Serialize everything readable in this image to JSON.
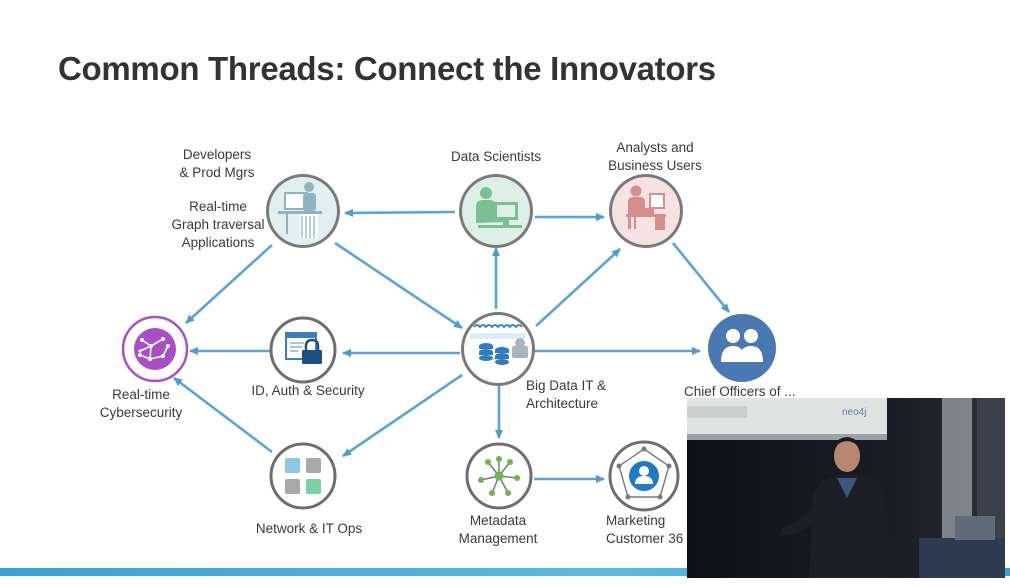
{
  "slide": {
    "title": "Common Threads: Connect the Innovators"
  },
  "labels": {
    "developers": "Developers\n& Prod Mgrs",
    "developers_sub": "Real-time\nGraph traversal\nApplications",
    "data_scientists": "Data Scientists",
    "analysts": "Analysts and\nBusiness Users",
    "cybersecurity": "Real-time\nCybersecurity",
    "auth_security": "ID, Auth & Security",
    "big_data": "Big Data IT &\nArchitecture",
    "chief_officers": "Chief Officers of ...",
    "network_ops": "Network & IT Ops",
    "metadata": "Metadata\nManagement",
    "marketing": "Marketing\nCustomer 36"
  },
  "video": {
    "screen_logo": "neo4j"
  }
}
